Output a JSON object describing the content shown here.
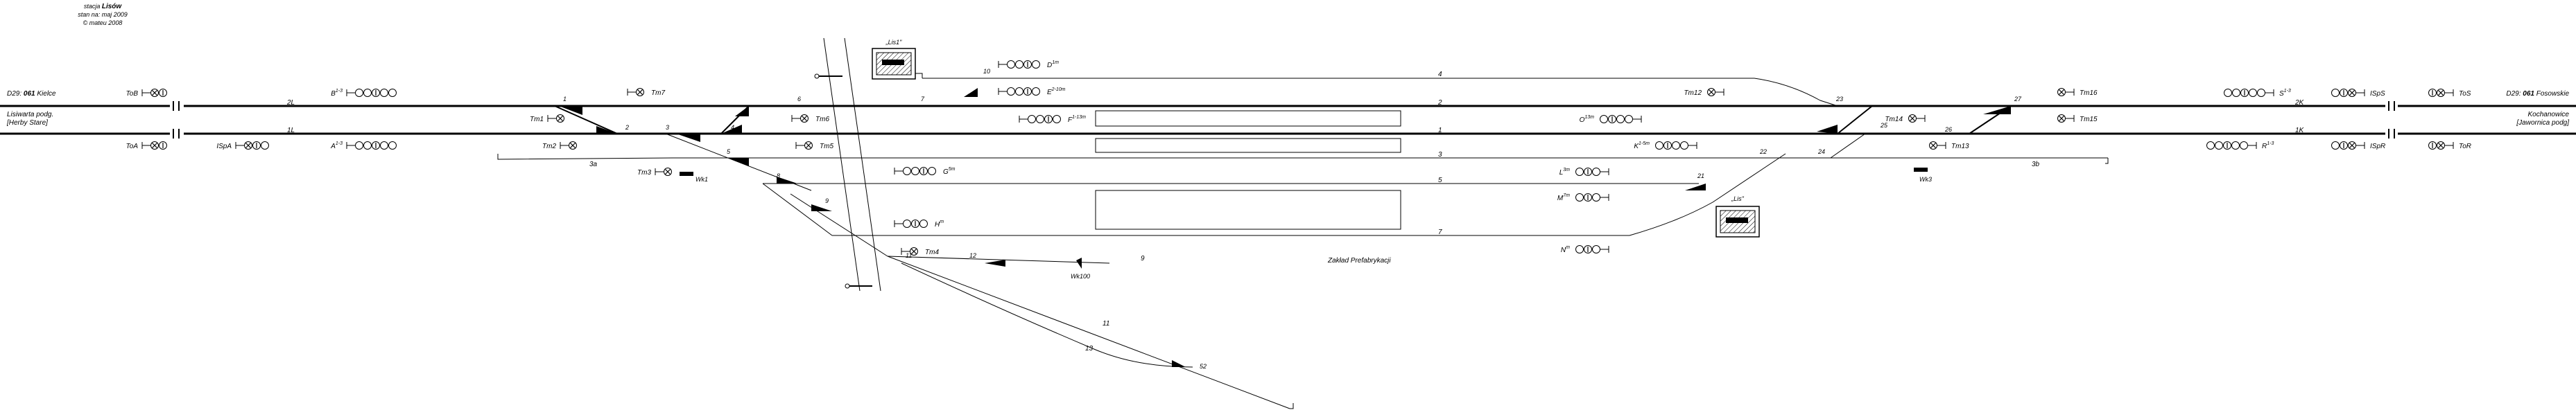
{
  "header": {
    "line1": "stacja",
    "station": "Lisów",
    "line2": "stan na: maj 2009",
    "line3": "© mateu 2008"
  },
  "ends": {
    "left_line": "D29: ",
    "left_line_num": "061",
    "left_line_name": " Kielce",
    "left_place1": "Lisiwarta podg.",
    "left_place2": "[Herby Stare]",
    "right_line": "D29: ",
    "right_line_num": "061",
    "right_line_name": " Fosowskie",
    "right_place1": "Kochanowice",
    "right_place2": "[Jawornica podg]"
  },
  "tracks": {
    "t4": "4",
    "t2": "2",
    "t1": "1",
    "t3": "3",
    "t3a": "3a",
    "t3b": "3b",
    "t5": "5",
    "t7": "7",
    "t9": "9",
    "t11": "11",
    "t13": "13",
    "t2L": "2L",
    "t1L": "1L",
    "t2K": "2K",
    "t1K": "1K"
  },
  "switches": {
    "s1": "1",
    "s2": "2",
    "s3": "3",
    "s4": "4",
    "s5": "5",
    "s6": "6",
    "s7": "7",
    "s8": "8",
    "s9": "9",
    "s10": "10",
    "s11": "11",
    "s12": "12",
    "s21": "21",
    "s22": "22",
    "s23": "23",
    "s24": "24",
    "s25": "25",
    "s26": "26",
    "s27": "27",
    "s52": "52"
  },
  "signals": {
    "ToB": "ToB",
    "ToA": "ToA",
    "ISpA": "ISpA",
    "B": "B",
    "B_sup": "1-3",
    "A": "A",
    "A_sup": "1-3",
    "Tm1": "Tm1",
    "Tm2": "Tm2",
    "Tm3": "Tm3",
    "Tm4": "Tm4",
    "Tm5": "Tm5",
    "Tm6": "Tm6",
    "Tm7": "Tm7",
    "D": "D",
    "D_sup": "1m",
    "E": "E",
    "E_sup": "2-10m",
    "F": "F",
    "F_sup": "1-13m",
    "G": "G",
    "G_sup": "5m",
    "H": "H",
    "H_sup": "m",
    "Tm12": "Tm12",
    "Tm13": "Tm13",
    "Tm14": "Tm14",
    "Tm15": "Tm15",
    "Tm16": "Tm16",
    "O": "O",
    "O_sup": "13m",
    "K": "K",
    "K_sup": "1-5m",
    "L": "L",
    "L_sup": "3m",
    "M": "M",
    "M_sup": "7m",
    "N": "N",
    "N_sup": "m",
    "R": "R",
    "R_sup": "1-3",
    "S": "S",
    "S_sup": "1-3",
    "ISpS": "ISpS",
    "ISpR": "ISpR",
    "ToS": "ToS",
    "ToR": "ToR"
  },
  "labels": {
    "Wk1": "Wk1",
    "Wk3": "Wk3",
    "Wk100": "Wk100",
    "factory": "Zakład Prefabrykacji",
    "box1": "„Lis1\"",
    "box2": "„Lis\""
  },
  "icons": {
    "signal_box": "signal-box-icon",
    "light_signal": "light-signal-icon",
    "shunt_signal": "shunting-signal-icon",
    "derail": "derailer-icon"
  }
}
